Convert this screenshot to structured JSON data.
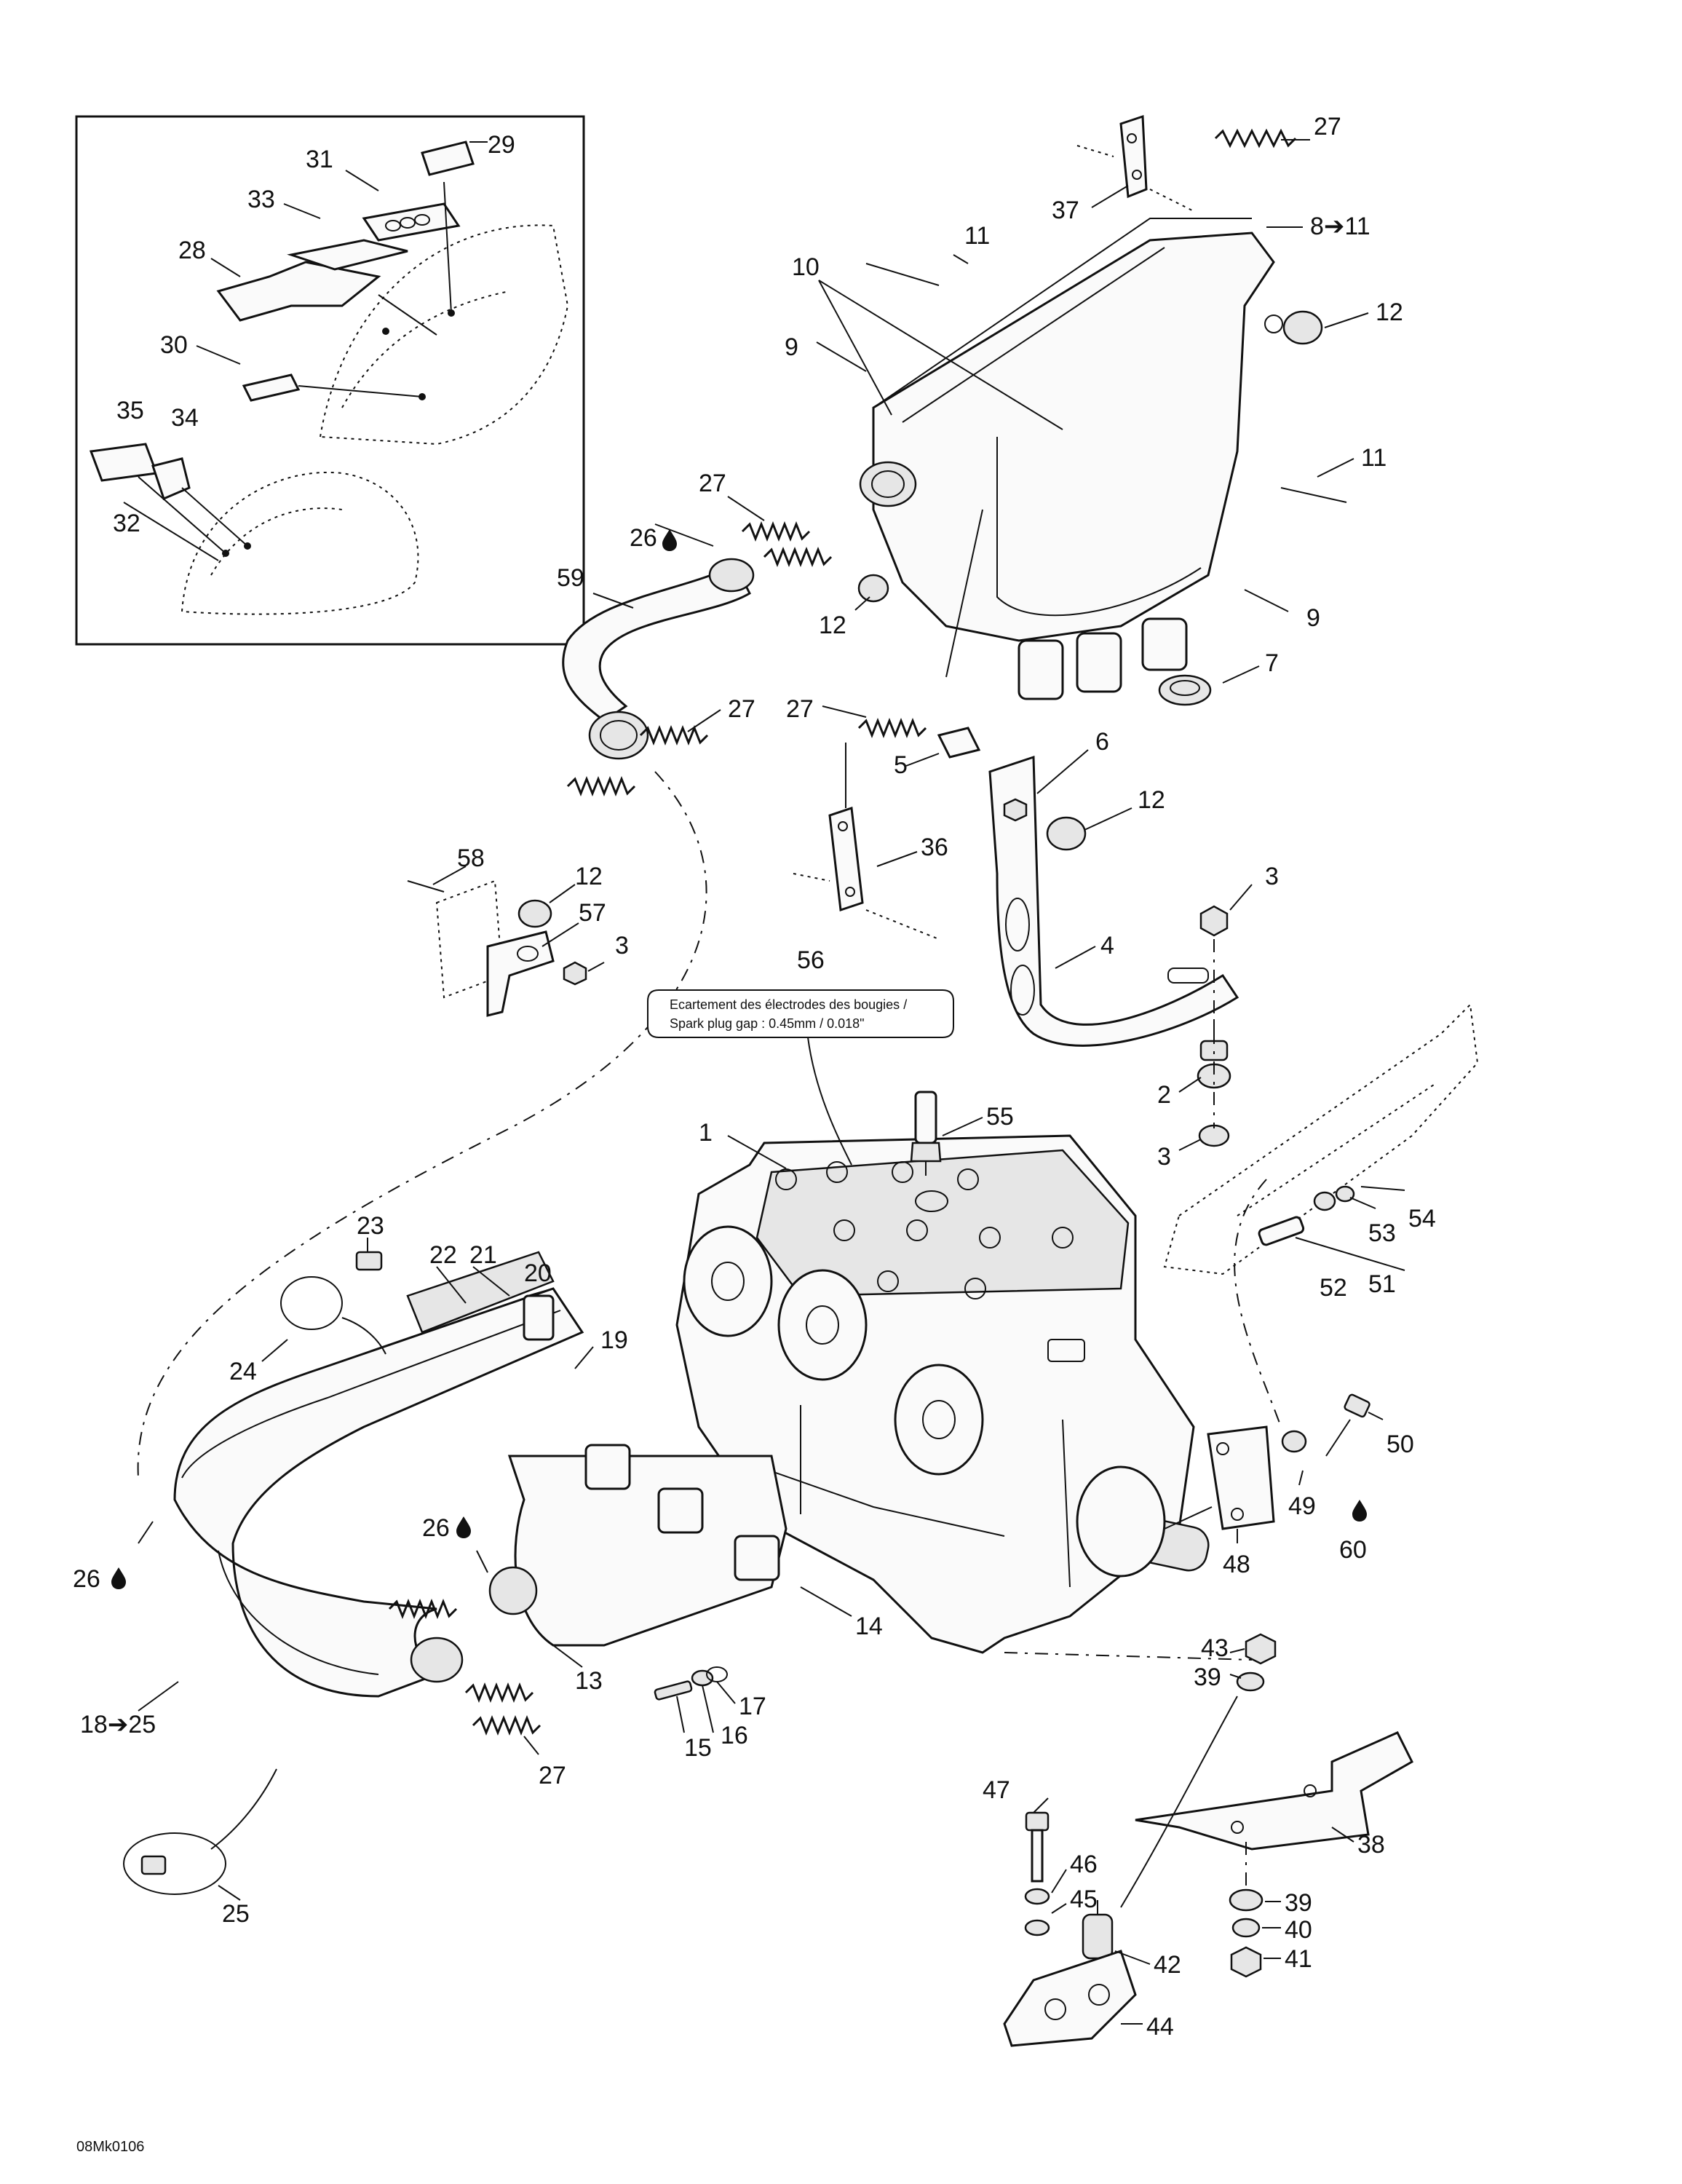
{
  "diagram_code": "08Mk0106",
  "spark_note": {
    "line1": "Ecartement des électrodes des bougies /",
    "line2": "Spark plug gap :   0.45mm / 0.018\""
  },
  "callouts": {
    "c1": "1",
    "c2": "2",
    "c3a": "3",
    "c3b": "3",
    "c3c": "3",
    "c4": "4",
    "c5": "5",
    "c6": "6",
    "c7": "7",
    "c8": "8➔11",
    "c9a": "9",
    "c9b": "9",
    "c10": "10",
    "c11a": "11",
    "c11b": "11",
    "c12a": "12",
    "c12b": "12",
    "c12c": "12",
    "c12d": "12",
    "c13": "13",
    "c14": "14",
    "c15": "15",
    "c16": "16",
    "c17": "17",
    "c18": "18➔25",
    "c19": "19",
    "c20": "20",
    "c21": "21",
    "c22": "22",
    "c23": "23",
    "c24": "24",
    "c25": "25",
    "c26a": "26",
    "c26b": "26",
    "c26c": "26",
    "c27a": "27",
    "c27b": "27",
    "c27c": "27",
    "c27d": "27",
    "c27e": "27",
    "c28": "28",
    "c29": "29",
    "c30": "30",
    "c31": "31",
    "c32": "32",
    "c33": "33",
    "c34": "34",
    "c35": "35",
    "c36": "36",
    "c37": "37",
    "c38": "38",
    "c39a": "39",
    "c39b": "39",
    "c40": "40",
    "c41": "41",
    "c42": "42",
    "c43": "43",
    "c44": "44",
    "c45": "45",
    "c46": "46",
    "c47": "47",
    "c48": "48",
    "c49": "49",
    "c50": "50",
    "c51": "51",
    "c52": "52",
    "c53": "53",
    "c54": "54",
    "c55": "55",
    "c56": "56",
    "c57": "57",
    "c58": "58",
    "c59": "59",
    "c60": "60"
  },
  "icons": {
    "oil_drop": "drop-icon",
    "arrow": "arrow-icon"
  }
}
